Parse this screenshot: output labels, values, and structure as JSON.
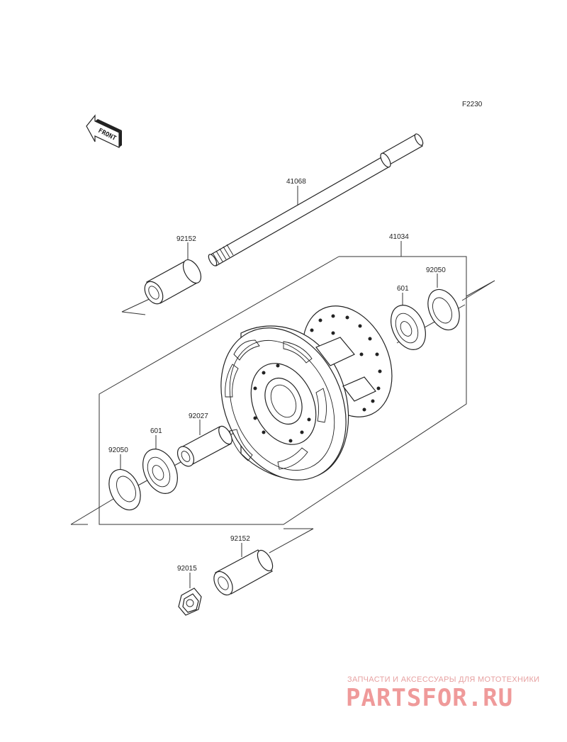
{
  "diagram_code": "F2230",
  "front_label": "FRONT",
  "parts": {
    "axle": "41068",
    "collar_top": "92152",
    "hub_assembly": "41034",
    "seal_right": "92050",
    "bearing_right": "601",
    "spacer": "92027",
    "bearing_left": "601",
    "seal_left": "92050",
    "collar_bottom": "92152",
    "nut": "92015"
  },
  "watermark": {
    "subtitle": "ЗАПЧАСТИ И АКСЕССУАРЫ ДЛЯ МОТОТЕХНИКИ",
    "brand": "PARTSFOR.RU"
  }
}
